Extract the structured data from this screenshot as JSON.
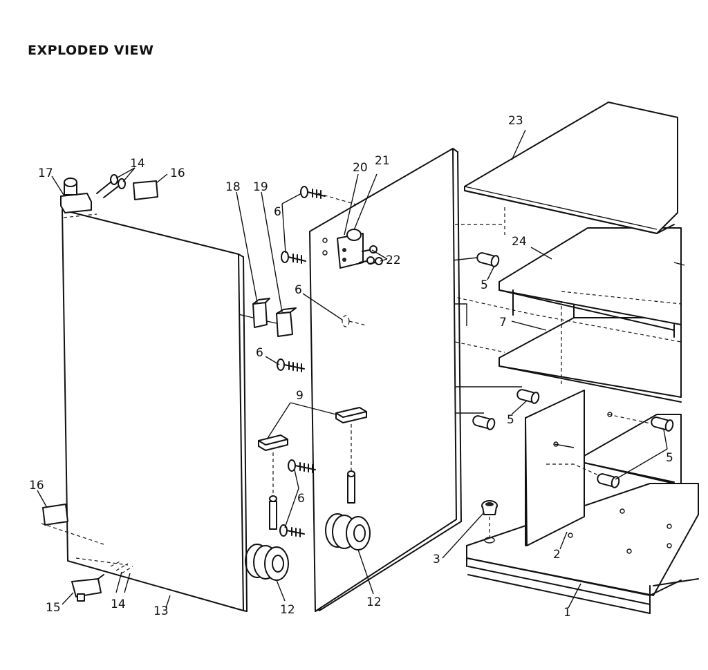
{
  "title": "EXPLODED VIEW",
  "part_labels": {
    "p1": "1",
    "p2": "2",
    "p3": "3",
    "p5a": "5",
    "p5b": "5",
    "p5c": "5",
    "p6a": "6",
    "p6b": "6",
    "p6c": "6",
    "p6d": "6",
    "p7": "7",
    "p9": "9",
    "p12a": "12",
    "p12b": "12",
    "p13": "13",
    "p14a": "14",
    "p14b": "14",
    "p15": "15",
    "p16a": "16",
    "p16b": "16",
    "p17": "17",
    "p18": "18",
    "p19": "19",
    "p20": "20",
    "p21": "21",
    "p22": "22",
    "p23": "23",
    "p24": "24"
  }
}
